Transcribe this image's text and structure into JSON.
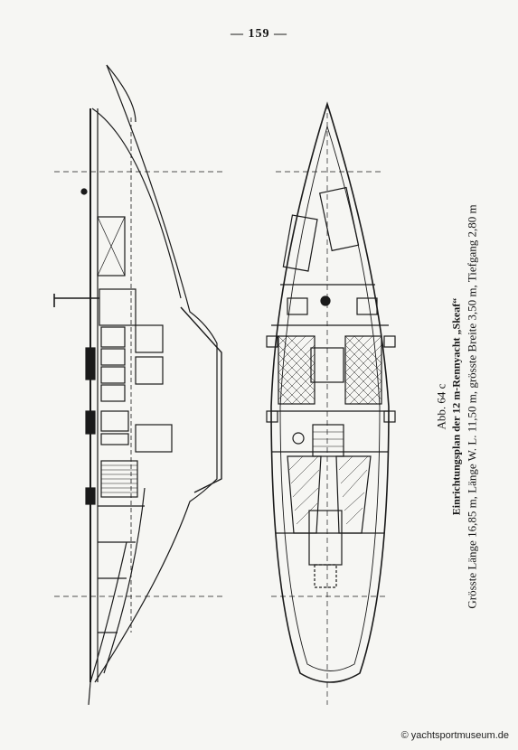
{
  "page_number": "— 159 —",
  "caption": {
    "figure_label": "Abb. 64 c",
    "title": "Einrichtungsplan der 12 m-Rennyacht „Skeaf“",
    "dimensions": "Grösste Länge 16,85 m, Länge W. L. 11,50 m, grösste Breite 3,50 m, Tiefgang 2,80 m"
  },
  "watermark": "© yachtsportmuseum.de"
}
